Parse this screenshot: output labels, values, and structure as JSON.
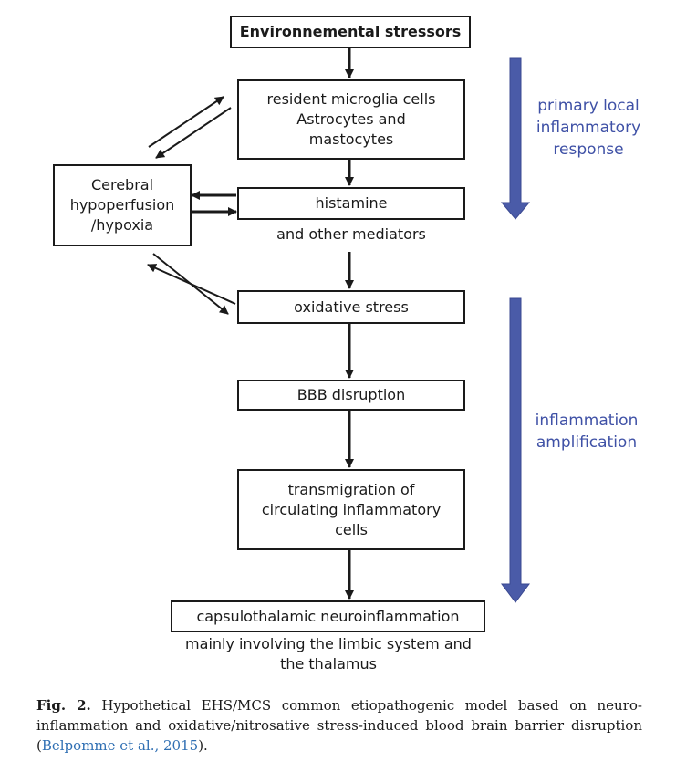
{
  "nodes": {
    "env": [
      "Environnemental stressors"
    ],
    "microglia": [
      "resident microglia cells",
      "Astrocytes and",
      "mastocytes"
    ],
    "hypo": [
      "Cerebral",
      "hypoperfusion",
      "/hypoxia"
    ],
    "histamine": [
      "histamine"
    ],
    "oxidative": [
      "oxidative stress"
    ],
    "bbb": [
      "BBB disruption"
    ],
    "transmig": [
      "transmigration of",
      "circulating inflammatory",
      "cells"
    ],
    "capsulo": [
      "capsulothalamic neuroinflammation"
    ]
  },
  "annotations": {
    "mediators": "and other mediators",
    "limbic": [
      "mainly involving the limbic system and",
      "the thalamus"
    ]
  },
  "phases": {
    "primary": [
      "primary local",
      "inflammatory",
      "response"
    ],
    "amplification": [
      "inflammation",
      "amplification"
    ]
  },
  "colors": {
    "arrow_blue": "#4a5ba8",
    "text_blue": "#3f51a6"
  },
  "caption": {
    "label": "Fig. 2.",
    "text": " Hypothetical EHS/MCS common etiopathogenic model based on neuro-inflammation and oxidative/nitrosative stress-induced blood brain barrier disruption (",
    "ref": "Belpomme et al., 2015",
    "end": ")."
  }
}
